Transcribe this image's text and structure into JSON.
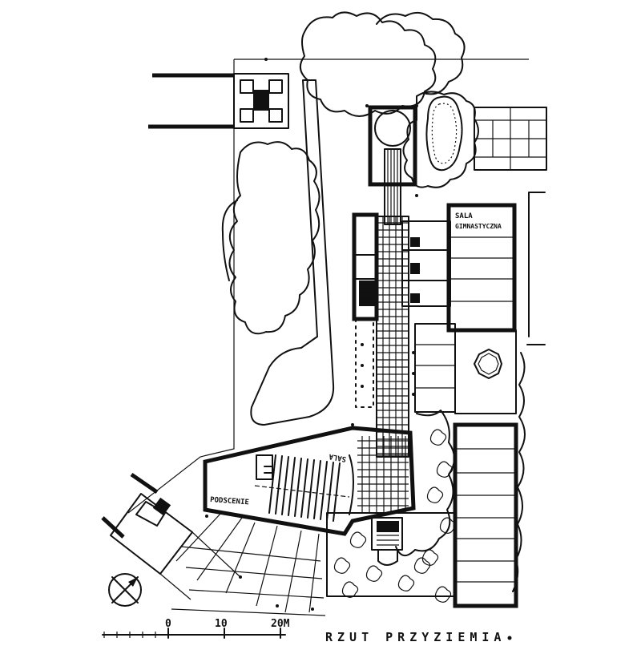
{
  "labels": {
    "gym_line1": "SALA",
    "gym_line2": "GIMNASTYCZNA",
    "stage": "PODSCENIE",
    "hall": "SALA",
    "floor_plan_title": "RZUT PRZYZIEMIA"
  },
  "scale_bar": {
    "tick_0": "0",
    "tick_10": "10",
    "tick_20": "20M"
  },
  "icons": {
    "north_arrow": "compass-circle-x"
  },
  "colors": {
    "ink": "#111111",
    "paper": "#ffffff"
  }
}
